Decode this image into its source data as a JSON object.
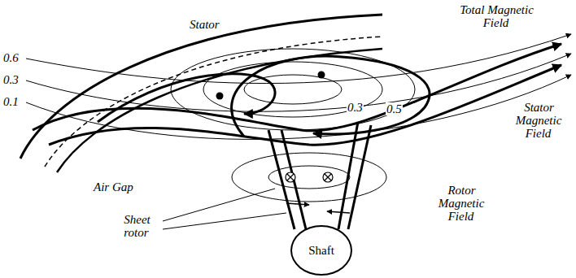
{
  "diagram": {
    "nodes": [
      {
        "text": [
          "Shaft"
        ]
      }
    ],
    "labels": [
      "Total Magnetic Field",
      "Stator",
      "0.6",
      "0.3",
      "0.1",
      "0.3",
      "0.5",
      "Stator Magnetic Field",
      "Air Gap",
      "Rotor Magnetic Field",
      "Sheet rotor"
    ]
  }
}
